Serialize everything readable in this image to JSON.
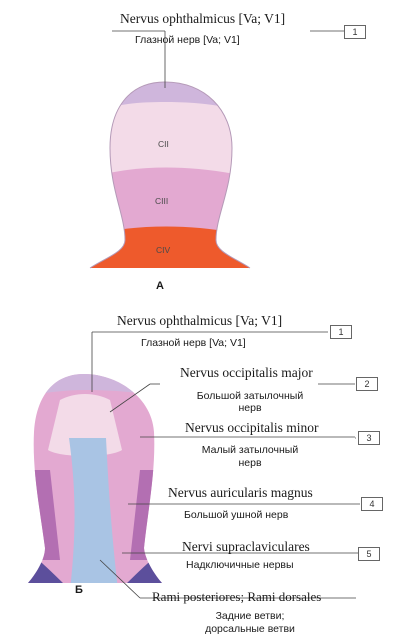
{
  "panel_a": {
    "letter": "A",
    "zones": [
      "CII",
      "CIII",
      "CIV"
    ],
    "label_1": {
      "latin": "Nervus ophthalmicus [Va; V1]",
      "russian": "Глазной нерв [Va; V1]",
      "number": "1"
    }
  },
  "panel_b": {
    "letter": "Б",
    "labels": [
      {
        "latin": "Nervus ophthalmicus [Va; V1]",
        "russian": "Глазной нерв [Va; V1]",
        "number": "1"
      },
      {
        "latin": "Nervus occipitalis major",
        "russian_line1": "Большой затылочный",
        "russian_line2": "нерв",
        "number": "2"
      },
      {
        "latin": "Nervus occipitalis minor",
        "russian_line1": "Малый затылочный",
        "russian_line2": "нерв",
        "number": "3"
      },
      {
        "latin": "Nervus auricularis magnus",
        "russian": "Большой ушной нерв",
        "number": "4"
      },
      {
        "latin": "Nervi supraclaviculares",
        "russian": "Надключичные нервы",
        "number": "5"
      },
      {
        "latin": "Rami posteriores; Rami dorsales",
        "russian_line1": "Задние ветви;",
        "russian_line2": "дорсальные ветви"
      }
    ]
  },
  "colors": {
    "ophthalmic": "#cfb6dc",
    "cII": "#f3dbe8",
    "cIII": "#e3a9d1",
    "cIV": "#ee5a2c",
    "posterior_rami": "#a9c4e4",
    "auricular": "#b36fb2",
    "supraclavicular": "#5c4f9c"
  }
}
